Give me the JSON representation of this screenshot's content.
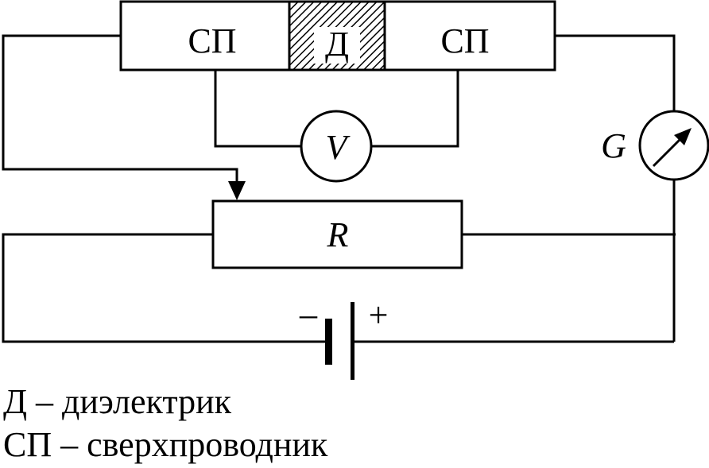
{
  "junction": {
    "left_label": "СП",
    "center_label": "Д",
    "right_label": "СП"
  },
  "voltmeter": {
    "label": "V"
  },
  "galvanometer": {
    "label": "G"
  },
  "resistor": {
    "label": "R"
  },
  "battery": {
    "minus_label": "–",
    "plus_label": "+"
  },
  "legend": [
    {
      "text": "Д – диэлектрик"
    },
    {
      "text": "СП – сверхпроводник"
    }
  ]
}
